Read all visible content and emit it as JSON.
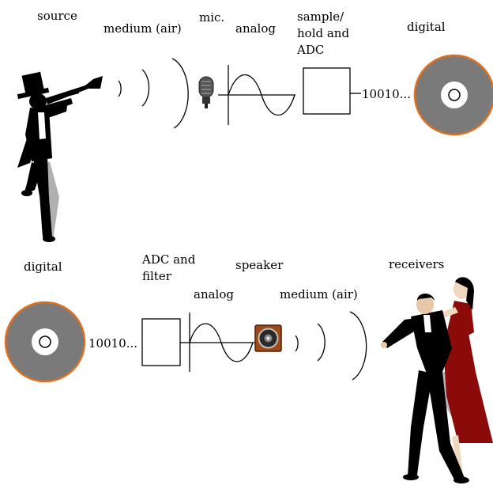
{
  "top_row": {
    "source_label": "source",
    "medium_label": "medium (air)",
    "mic_label": "mic.",
    "analog_label": "analog",
    "sample_label_line1": "sample/",
    "sample_label_line2": "hold and",
    "sample_label_line3": "ADC",
    "digital_label": "digital",
    "bits_text": "10010..."
  },
  "bottom_row": {
    "digital_label": "digital",
    "adc_label_line1": "ADC and",
    "adc_label_line2": "filter",
    "speaker_label": "speaker",
    "analog_label": "analog",
    "medium_label": "medium (air)",
    "receivers_label": "receivers",
    "bits_text": "10010..."
  },
  "colors": {
    "disc_fill": "#7a7a7a",
    "disc_rim": "#e07020",
    "dress": "#8b0a0a",
    "speaker_wood": "#9b4a1a"
  }
}
